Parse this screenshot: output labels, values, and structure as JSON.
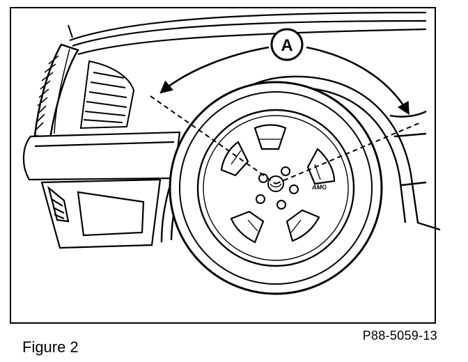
{
  "figure": {
    "caption": "Figure 2",
    "reference_code": "P88-5059-13",
    "callout_label": "A",
    "wheel_badge": "AMG"
  },
  "colors": {
    "ink": "#000000",
    "paper": "#ffffff"
  }
}
